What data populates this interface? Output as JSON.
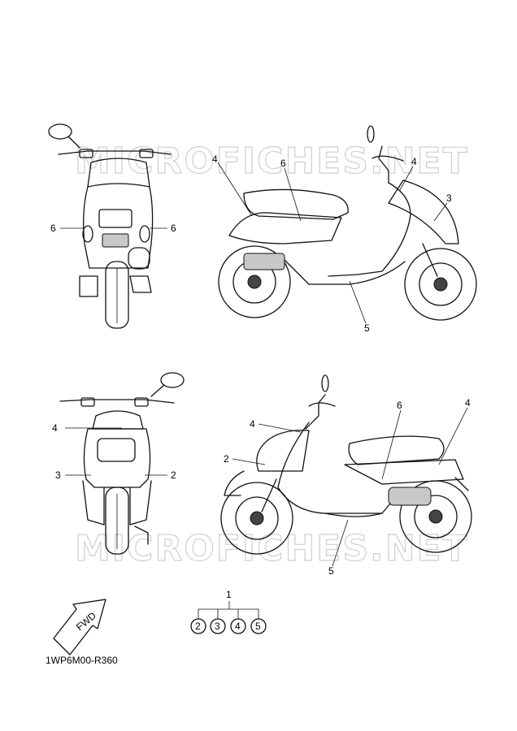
{
  "watermark": "MICROFICHES.NET",
  "part_code": "1WP6M00-R360",
  "fwd_label": "FWD",
  "callouts": {
    "rear_view": {
      "left": "6",
      "right": "6"
    },
    "right_side": {
      "a": "4",
      "b": "6",
      "c": "4",
      "d": "3",
      "e": "5"
    },
    "front_view": {
      "top": "4",
      "left": "3",
      "right": "2"
    },
    "left_side": {
      "a": "4",
      "b": "2",
      "c": "6",
      "d": "4",
      "e": "5"
    },
    "assembly": {
      "parent": "1",
      "children": [
        "2",
        "3",
        "4",
        "5"
      ]
    }
  }
}
